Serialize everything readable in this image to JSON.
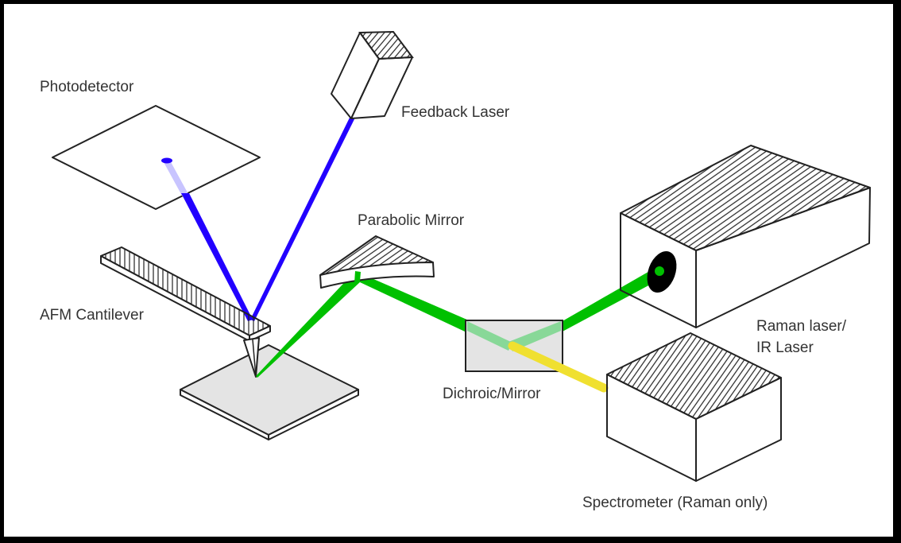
{
  "diagram": {
    "labels": {
      "photodetector": "Photodetector",
      "feedback_laser": "Feedback Laser",
      "parabolic_mirror": "Parabolic Mirror",
      "afm_cantilever": "AFM Cantilever",
      "dichroic_mirror": "Dichroic/Mirror",
      "raman_laser_line1": "Raman laser/",
      "raman_laser_line2": "IR Laser",
      "spectrometer": "Spectrometer (Raman only)"
    },
    "colors": {
      "feedback_beam": "#2200ff",
      "feedback_beam_faded": "#c8c4ff",
      "excitation_beam": "#00c000",
      "excitation_beam_faded": "#88d898",
      "signal_beam": "#f0e030",
      "sample_fill": "#e4e4e4",
      "outline": "#222222"
    }
  }
}
